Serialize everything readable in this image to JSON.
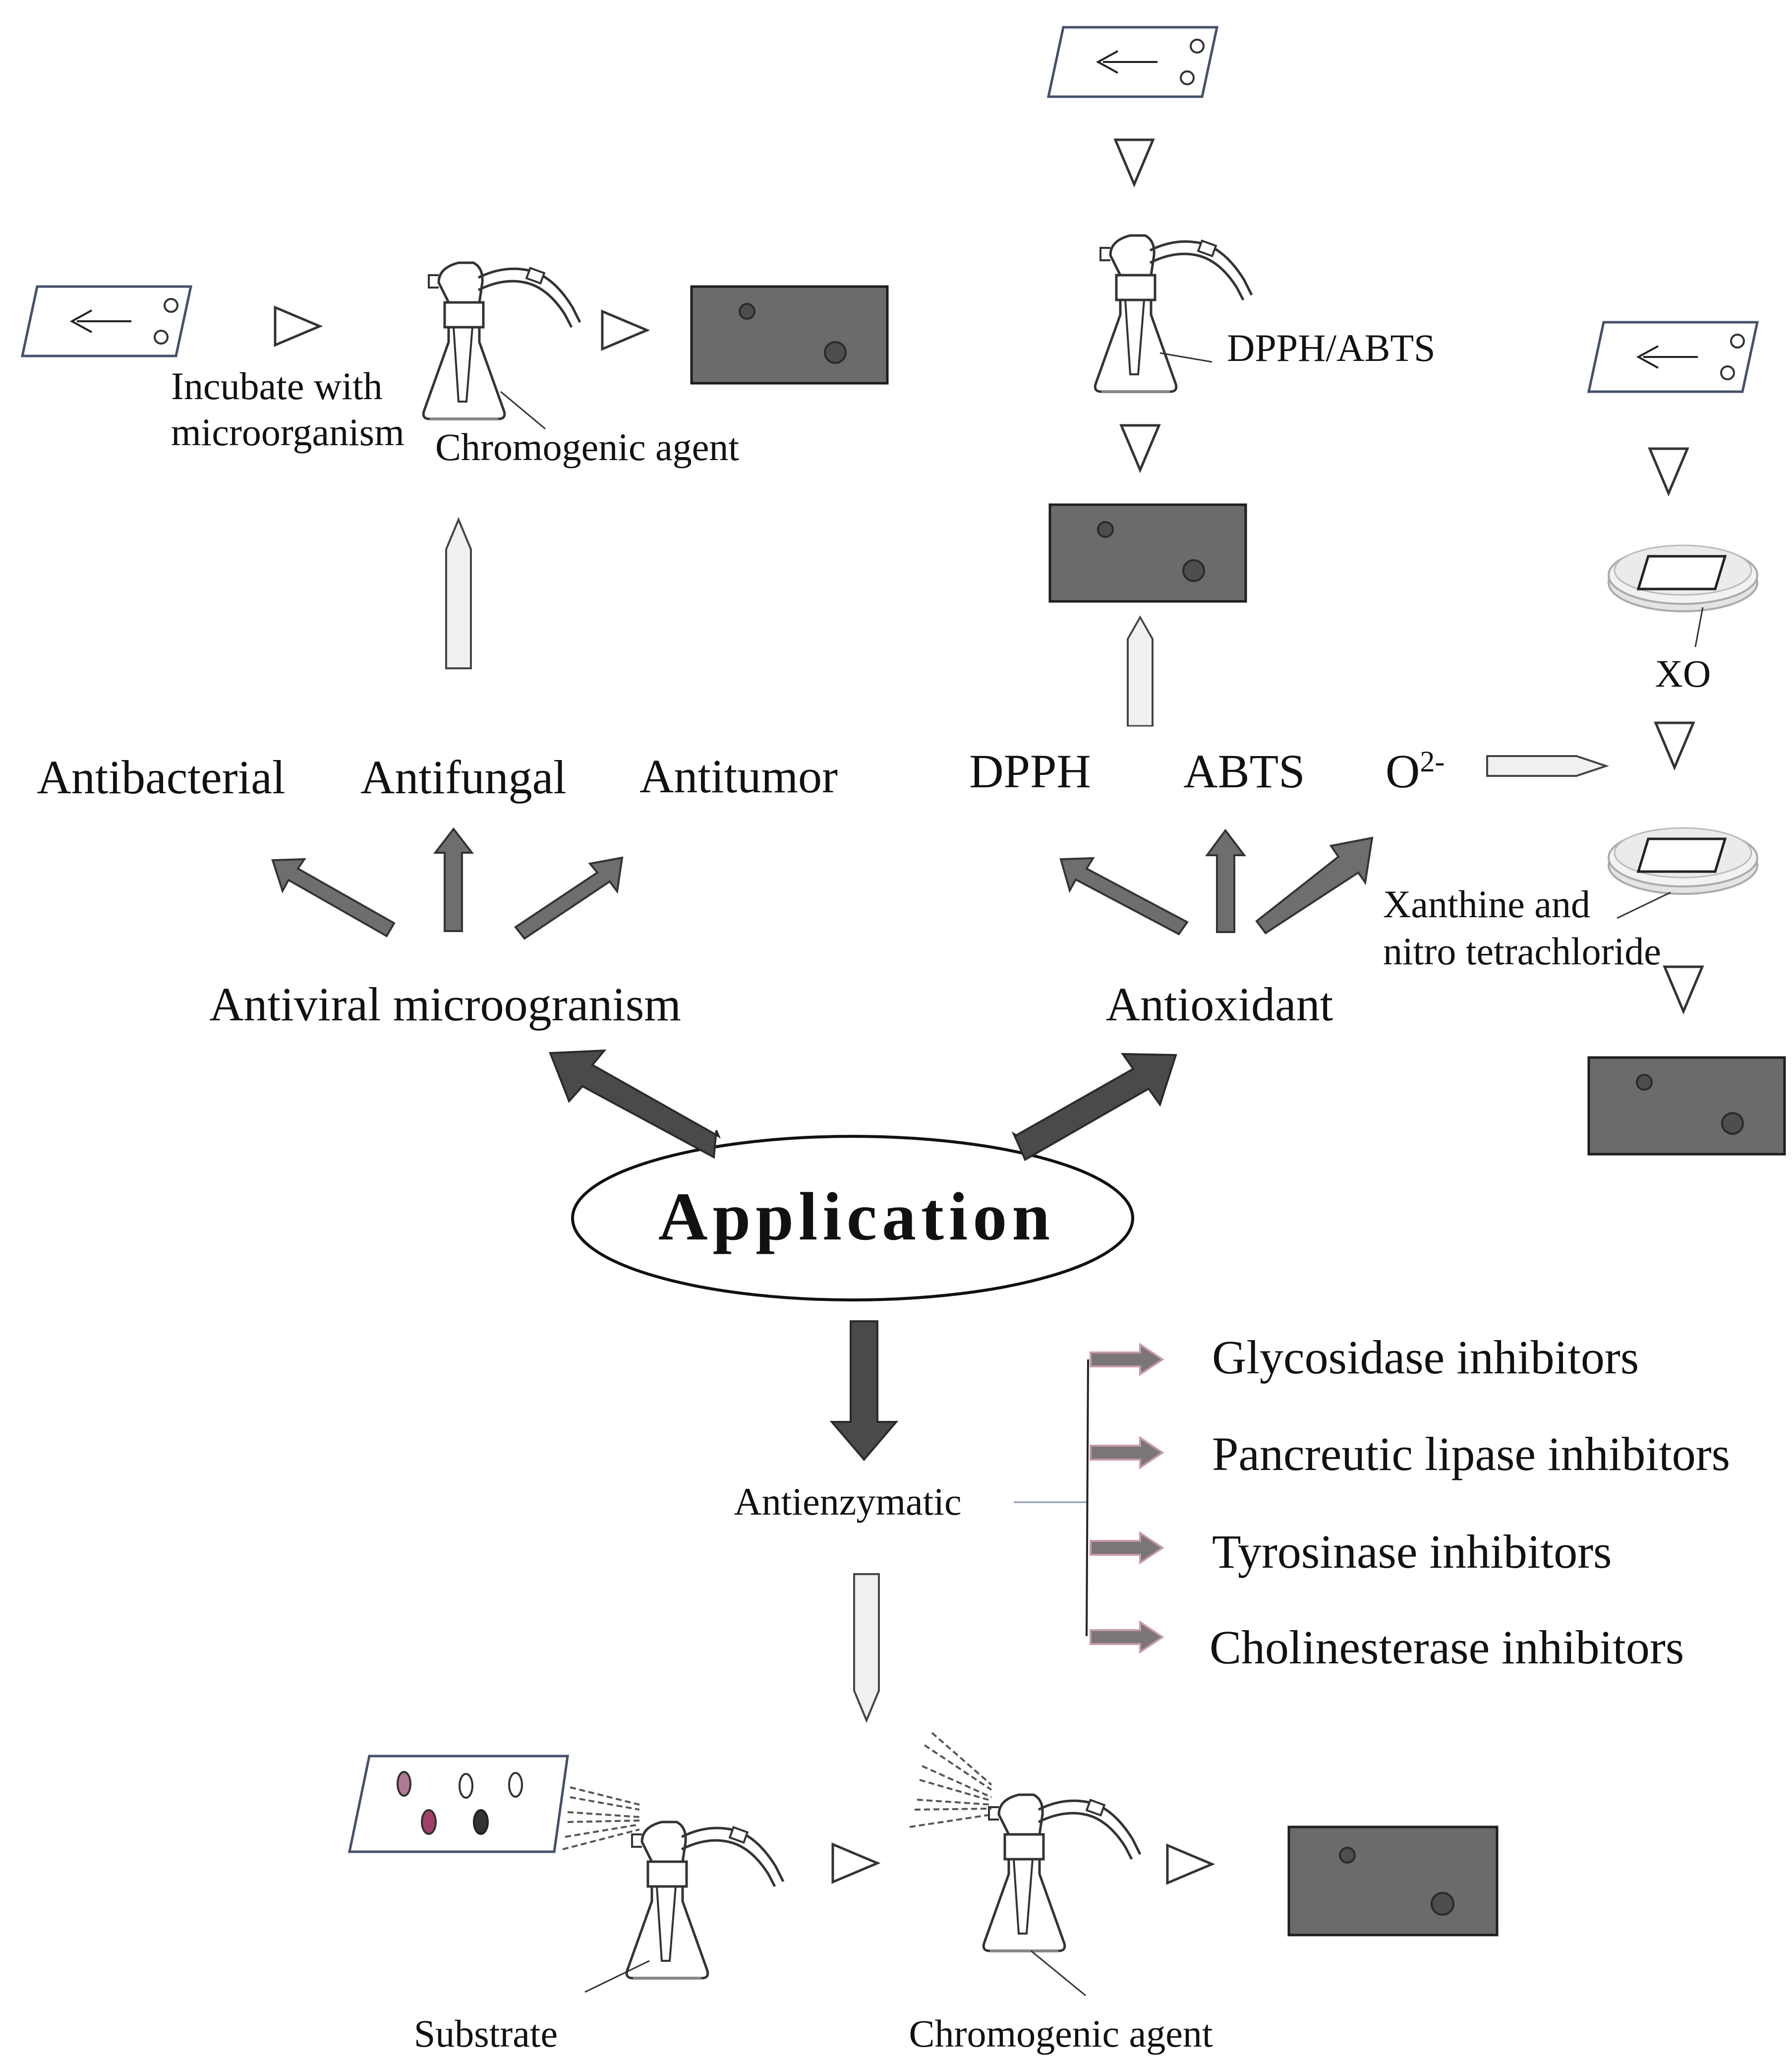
{
  "center": {
    "label": "Application"
  },
  "antiviral": {
    "label": "Antiviral microogranism",
    "children": [
      "Antibacterial",
      "Antifungal",
      "Antitumor"
    ],
    "incubate_label_line1": "Incubate with",
    "incubate_label_line2": "microorganism",
    "chromogenic_label": "Chromogenic agent"
  },
  "antioxidant": {
    "label": "Antioxidant",
    "children": [
      "DPPH",
      "ABTS"
    ],
    "superoxide_base": "O",
    "superoxide_sup": "2-",
    "dpph_abts_label": "DPPH/ABTS",
    "xo_label": "XO",
    "xanthine_label_line1": "Xanthine and",
    "xanthine_label_line2": "nitro tetrachloride"
  },
  "antienzymatic": {
    "label": "Antienzymatic",
    "inhibitors": [
      "Glycosidase inhibitors",
      "Pancreutic lipase inhibitors",
      "Tyrosinase inhibitors",
      "Cholinesterase inhibitors"
    ],
    "substrate_label": "Substrate",
    "chromogenic_label": "Chromogenic agent"
  },
  "colors": {
    "dark_arrow": "#4a4a4a",
    "mid_arrow": "#6e6e6e",
    "light_arrow": "#f0f0f0",
    "result_plate": "#6b6b6b",
    "tlc_border": "#46506a",
    "inhibitor_arrow": "#7a7678",
    "inhibitor_arrow_edge": "#c79aa8",
    "spot_pink": "#b07a92",
    "spot_magenta": "#a2406a"
  }
}
